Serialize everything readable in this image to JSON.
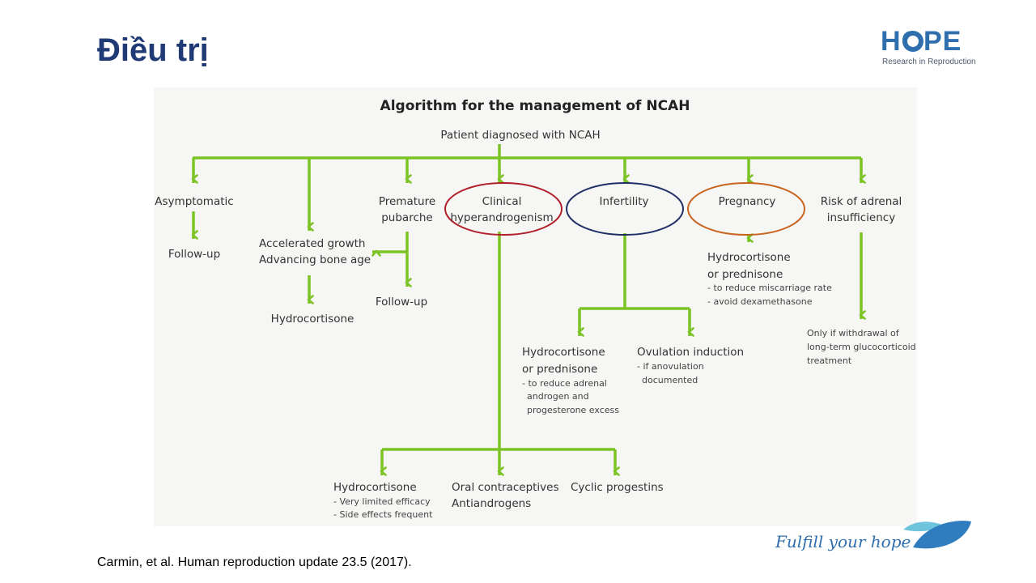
{
  "slide": {
    "title": "Điều trị"
  },
  "logo": {
    "word": "HOPE",
    "subtitle": "Research in Reproduction"
  },
  "diagram": {
    "heading": "Algorithm for the management of NCAH",
    "root": "Patient diagnosed with NCAH",
    "branches": {
      "asymptomatic": "Asymptomatic",
      "asymptomatic_follow": "Follow-up",
      "accelerated_1": "Accelerated growth",
      "accelerated_2": "Advancing bone age",
      "accelerated_treat": "Hydrocortisone",
      "premature_1": "Premature",
      "premature_2": "pubarche",
      "premature_follow": "Follow-up",
      "clinical_1": "Clinical",
      "clinical_2": "hyperandrogenism",
      "infertility": "Infertility",
      "pregnancy": "Pregnancy",
      "risk_1": "Risk of adrenal",
      "risk_2": "insufficiency"
    },
    "pregnancy_treat": {
      "line1": "Hydrocortisone",
      "line2": "or prednisone",
      "note1": "- to reduce miscarriage rate",
      "note2": "- avoid dexamethasone"
    },
    "risk_note": {
      "line1": "Only if withdrawal of",
      "line2": "long-term glucocorticoid",
      "line3": "treatment"
    },
    "infertility_hc": {
      "line1": "Hydrocortisone",
      "line2": "or prednisone",
      "note1": "- to reduce adrenal",
      "note2": "androgen and",
      "note3": "progesterone excess"
    },
    "ovulation": {
      "line1": "Ovulation induction",
      "note1": "- if anovulation",
      "note2": "documented"
    },
    "hyper_hc": {
      "line1": "Hydrocortisone",
      "note1": "- Very limited efficacy",
      "note2": "- Side effects frequent"
    },
    "oral": {
      "line1": "Oral contraceptives",
      "line2": "Antiandrogens"
    },
    "cyclic": "Cyclic progestins"
  },
  "colors": {
    "arrow": "#7cc425",
    "title": "#1f3a75",
    "circle_clinical": "#b0202a",
    "circle_infertility": "#1f2f66",
    "circle_pregnancy": "#c8641e",
    "brand": "#2f6fad"
  },
  "footer": {
    "reference": "Carmin, et al. Human reproduction update 23.5 (2017).",
    "tagline": "Fulfill your hope"
  }
}
